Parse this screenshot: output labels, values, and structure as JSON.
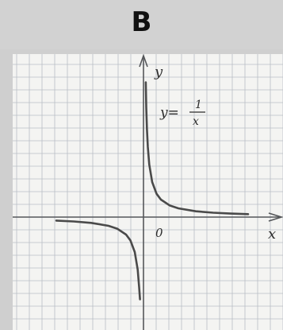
{
  "header": {
    "label": "B"
  },
  "chart_data": {
    "type": "line",
    "title": "",
    "xlabel": "x",
    "ylabel": "y",
    "origin_label": "0",
    "equation": {
      "lhs": "y=",
      "numerator": "1",
      "denominator": "x"
    },
    "grid": true,
    "xlim": [
      -6,
      7
    ],
    "ylim": [
      -5,
      8
    ],
    "series": [
      {
        "name": "",
        "x": [
          0.13,
          0.16,
          0.2,
          0.25,
          0.33,
          0.5,
          0.75,
          1,
          1.5,
          2,
          3,
          4,
          5,
          6
        ],
        "y": [
          7.7,
          6.25,
          5,
          4,
          3,
          2,
          1.33,
          1,
          0.67,
          0.5,
          0.33,
          0.25,
          0.2,
          0.17
        ]
      },
      {
        "name": "",
        "x": [
          -5,
          -4,
          -3,
          -2,
          -1.5,
          -1,
          -0.75,
          -0.5,
          -0.33,
          -0.25,
          -0.2
        ],
        "y": [
          -0.2,
          -0.25,
          -0.33,
          -0.5,
          -0.67,
          -1,
          -1.33,
          -2,
          -3,
          -4,
          -4.7
        ]
      }
    ],
    "colors": {
      "curve": "#4a4a4a",
      "axis": "#55575a",
      "grid": "#b9bec6"
    }
  }
}
